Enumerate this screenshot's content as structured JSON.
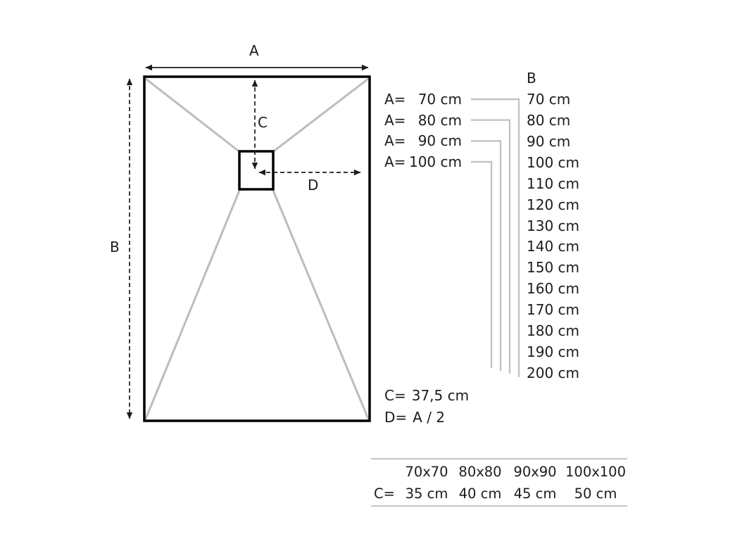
{
  "diagram": {
    "dim_labels": {
      "a": "A",
      "b": "B",
      "c": "C",
      "d": "D"
    },
    "a_options": [
      {
        "prefix": "A=",
        "value": "70 cm"
      },
      {
        "prefix": "A=",
        "value": "80 cm"
      },
      {
        "prefix": "A=",
        "value": "90 cm"
      },
      {
        "prefix": "A=",
        "value": "100 cm"
      }
    ],
    "b_column": {
      "header": "B",
      "values": [
        "70 cm",
        "80 cm",
        "90 cm",
        "100 cm",
        "110 cm",
        "120 cm",
        "130 cm",
        "140 cm",
        "150 cm",
        "160 cm",
        "170 cm",
        "180 cm",
        "190 cm",
        "200 cm"
      ]
    },
    "formulas": [
      {
        "label": "C=",
        "value": "37,5 cm"
      },
      {
        "label": "D=",
        "value": "A / 2"
      }
    ],
    "colors": {
      "outline": "#000000",
      "gray_line": "#bdbdbd",
      "text": "#1c1c1c"
    }
  },
  "size_table": {
    "row_label": "C=",
    "columns": [
      "70x70",
      "80x80",
      "90x90",
      "100x100"
    ],
    "values": [
      "35 cm",
      "40 cm",
      "45 cm",
      "50 cm"
    ]
  }
}
